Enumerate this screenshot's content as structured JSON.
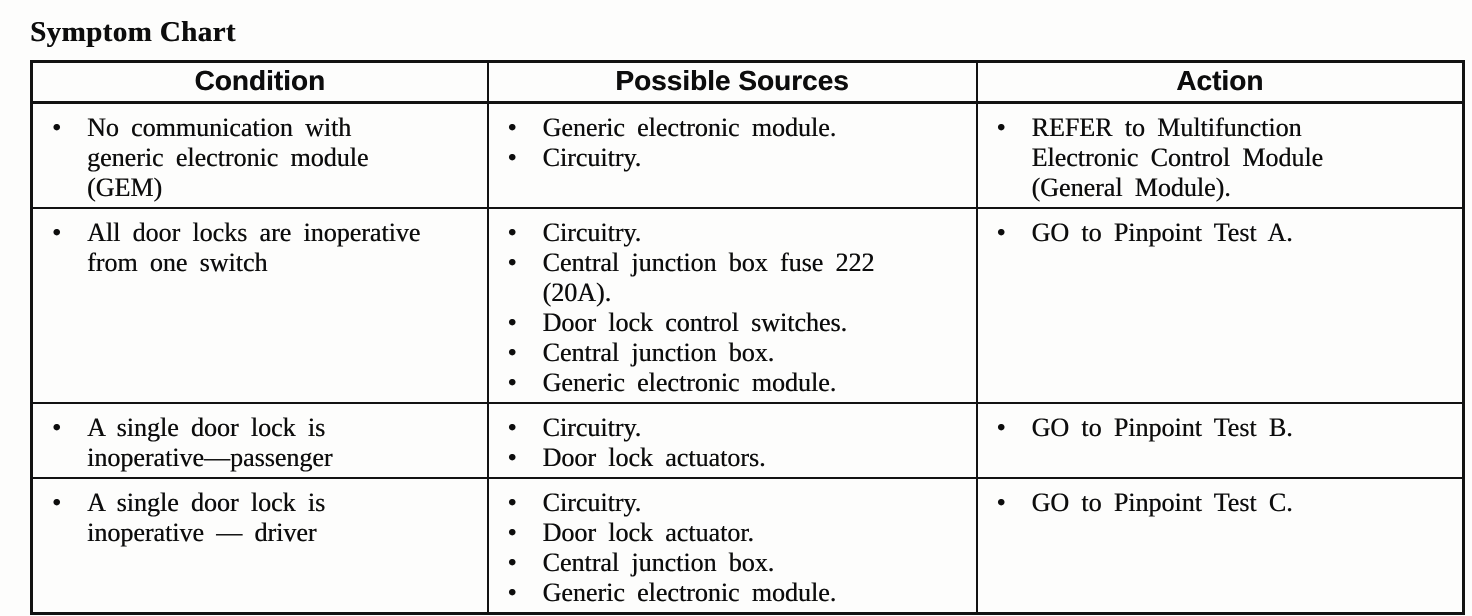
{
  "page": {
    "title": "Symptom Chart"
  },
  "icons": {
    "bullet": "•"
  },
  "table": {
    "headers": [
      "Condition",
      "Possible Sources",
      "Action"
    ],
    "rows": [
      {
        "condition": [
          "No communication with\ngeneric electronic module\n(GEM)"
        ],
        "sources": [
          "Generic electronic module.",
          "Circuitry."
        ],
        "action": [
          "REFER to Multifunction\nElectronic Control Module\n(General Module)."
        ]
      },
      {
        "condition": [
          "All door locks are inoperative\nfrom one switch"
        ],
        "sources": [
          "Circuitry.",
          "Central junction box fuse 222\n(20A).",
          "Door lock control switches.",
          "Central junction box.",
          "Generic electronic module."
        ],
        "action": [
          "GO to Pinpoint Test A."
        ]
      },
      {
        "condition": [
          "A single door lock is\ninoperative—passenger"
        ],
        "sources": [
          "Circuitry.",
          "Door lock actuators."
        ],
        "action": [
          "GO to Pinpoint Test B."
        ]
      },
      {
        "condition": [
          "A single door lock is\ninoperative — driver"
        ],
        "sources": [
          "Circuitry.",
          "Door lock actuator.",
          "Central junction box.",
          "Generic electronic module."
        ],
        "action": [
          "GO to Pinpoint Test C."
        ]
      }
    ]
  }
}
